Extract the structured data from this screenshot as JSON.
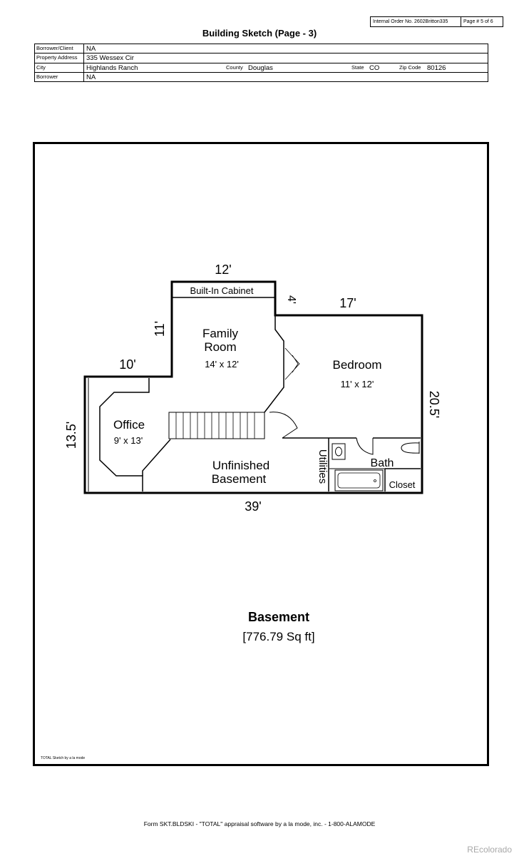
{
  "header": {
    "internal_order": "Internal Order No. 2602Britton335",
    "page_of": "Page # 5 of 6",
    "title": "Building Sketch (Page - 3)"
  },
  "info": {
    "borrower_client_label": "Borrower/Client",
    "borrower_client_value": "NA",
    "property_address_label": "Property Address",
    "property_address_value": "335 Wessex Cir",
    "city_label": "City",
    "city_value": "Highlands Ranch",
    "county_label": "County",
    "county_value": "Douglas",
    "state_label": "State",
    "state_value": "CO",
    "zip_label": "Zip Code",
    "zip_value": "80126",
    "borrower_label": "Borrower",
    "borrower_value": "NA"
  },
  "sketch": {
    "dimensions": {
      "top_width": "12'",
      "cabinet_drop": "4'",
      "bedroom_width": "17'",
      "family_room_height": "11'",
      "left_step_width": "10'",
      "right_height": "20.5'",
      "left_height": "13.5'",
      "bottom_width": "39'"
    },
    "rooms": {
      "built_in_cabinet": "Built-In Cabinet",
      "family_room_line1": "Family",
      "family_room_line2": "Room",
      "family_room_size": "14' x 12'",
      "bedroom": "Bedroom",
      "bedroom_size": "11' x 12'",
      "office": "Office",
      "office_size": "9' x 13'",
      "unfinished_line1": "Unfinished",
      "unfinished_line2": "Basement",
      "utilities": "Utilities",
      "bath": "Bath",
      "closet": "Closet"
    },
    "area_title": "Basement",
    "area_value": "[776.79 Sq ft]",
    "credit": "TOTAL Sketch by a la mode"
  },
  "footer": "Form SKT.BLDSKI - \"TOTAL\" appraisal software by a la mode, inc. - 1-800-ALAMODE",
  "watermark": "REcolorado"
}
